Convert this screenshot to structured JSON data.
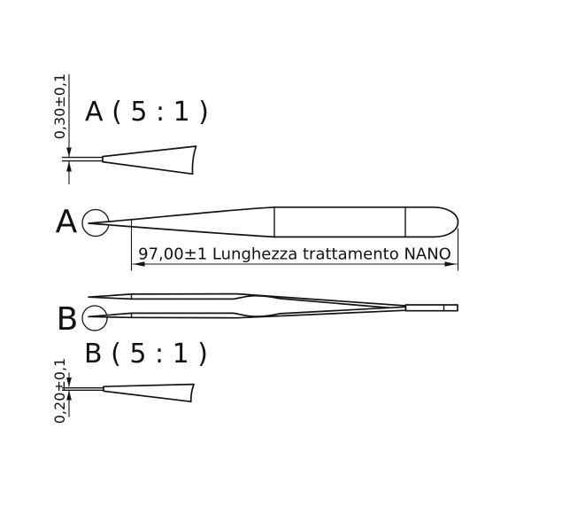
{
  "drawing": {
    "background_color": "#ffffff",
    "line_color": "#141414",
    "detail_a": {
      "title": "A ( 5 : 1 )",
      "thickness_dimension": "0,30±0,1"
    },
    "side_view": {
      "label": "A",
      "length_dimension": "97,00±1 Lunghezza trattamento NANO"
    },
    "top_view": {
      "label": "B"
    },
    "detail_b": {
      "title": "B ( 5 : 1 )",
      "thickness_dimension": "0,20±0,1"
    }
  }
}
